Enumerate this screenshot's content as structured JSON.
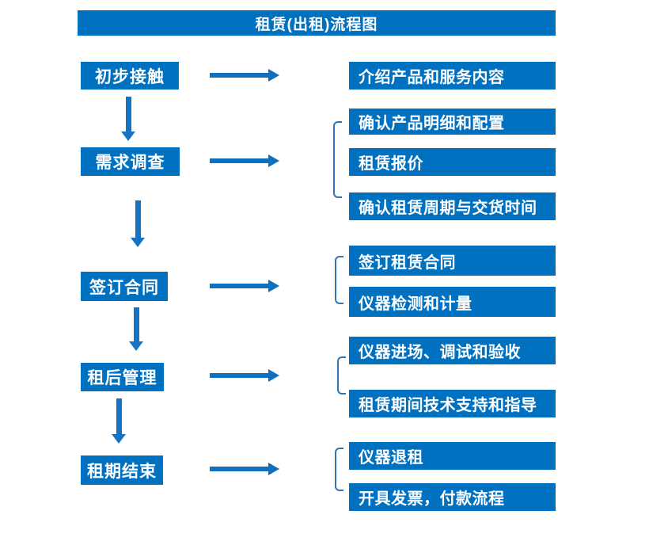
{
  "title": {
    "text": "租赁(出租)流程图"
  },
  "colors": {
    "box_blue": "#0070C0",
    "arrow_blue": "#1070C0",
    "bracket_blue": "#2E75B6",
    "text_white": "#FFFFFF"
  },
  "steps": [
    {
      "label": "初步接触",
      "details": [
        "介绍产品和服务内容"
      ]
    },
    {
      "label": "需求调查",
      "details": [
        "确认产品明细和配置",
        "租赁报价",
        "确认租赁周期与交货时间"
      ]
    },
    {
      "label": "签订合同",
      "details": [
        "签订租赁合同",
        "仪器检测和计量"
      ]
    },
    {
      "label": "租后管理",
      "details": [
        "仪器进场、调试和验收",
        "租赁期间技术支持和指导"
      ]
    },
    {
      "label": "租期结束",
      "details": [
        "仪器退租",
        "开具发票，付款流程"
      ]
    }
  ]
}
